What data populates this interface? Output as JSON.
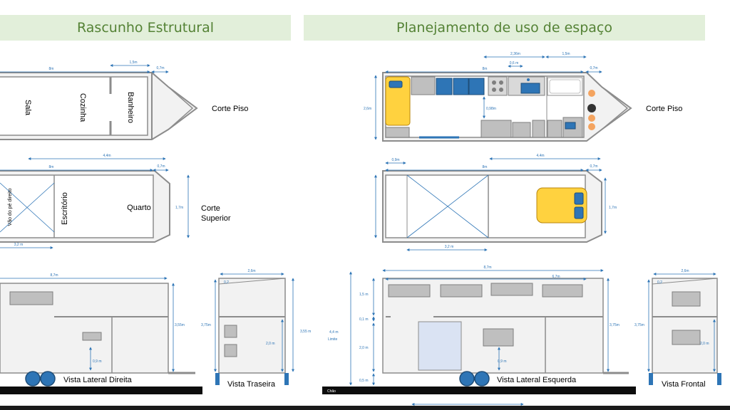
{
  "panels": {
    "left_title": "Rascunho Estrutural",
    "right_title": "Planejamento de uso de espaço"
  },
  "labels": {
    "corte_piso": "Corte Piso",
    "corte_superior_1": "Corte",
    "corte_superior_2": "Superior",
    "vista_lateral_direita": "Vista Lateral Direita",
    "vista_traseira": "Vista Traseira",
    "vista_lateral_esquerda": "Vista Lateral Esquerda",
    "vista_frontal": "Vista Frontal",
    "chao": "Chão",
    "limite": "Limite"
  },
  "rooms": {
    "sala": "Sala",
    "cozinha": "Cozinha",
    "banheiro": "Banheiro",
    "vao": "Vão do pé direito",
    "escritorio": "Escritório",
    "quarto": "Quarto"
  },
  "dims": {
    "m8": "8m",
    "m1_5": "1,5m",
    "m0_7": "0,7m",
    "m4_4": "4,4m",
    "m1_7": "1,7m",
    "m3_2": "3,2 m",
    "m8_7": "8,7m",
    "m3_55": "3,55m",
    "m3_55_sp": "3,55 m",
    "m3_75": "3,75m",
    "m2_6": "2,6m",
    "m2_0": "2,0 m",
    "m0_9": "0,9 m",
    "m0_2": "0,2",
    "m2_36": "2,36m",
    "m0_6": "0,6 m",
    "m0_98": "0,98m",
    "m0_9b": "0,9m",
    "m6_7": "6,7m",
    "m1_5sp": "1,5 m",
    "m0_1": "0,1 m",
    "m0_5": "0,5 m",
    "m4_4sp": "4,4 m"
  },
  "colors": {
    "banner_bg": "#e2efda",
    "banner_text": "#548235",
    "dimension_line": "#2e75b6",
    "wall_fill": "#f2f2f2",
    "furniture_gray": "#bfbfbf",
    "furniture_blue": "#2e75b6",
    "bed_yellow": "#ffd23f",
    "burner_orange": "#f4a460"
  }
}
